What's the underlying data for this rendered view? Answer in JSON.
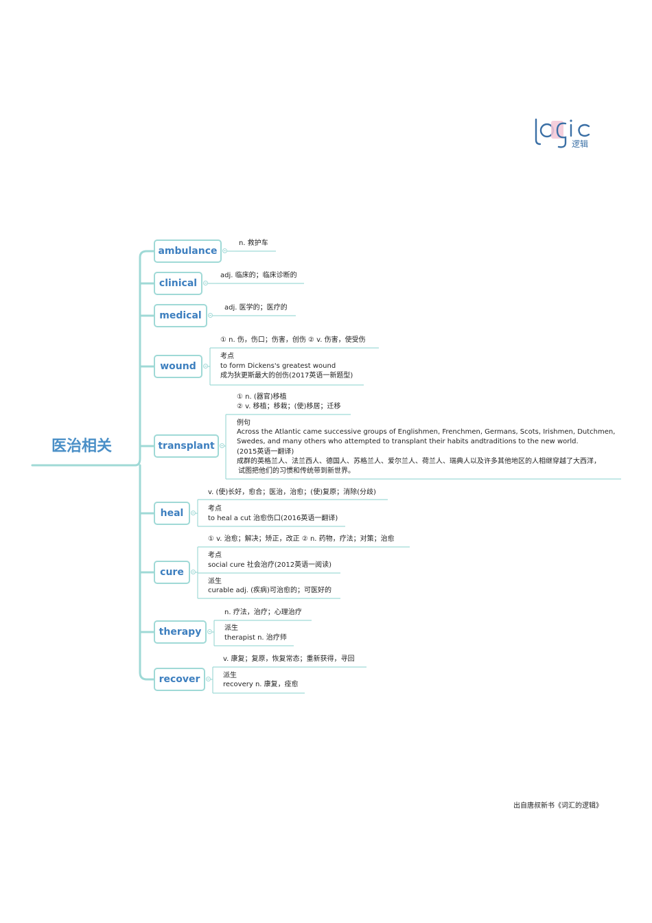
{
  "logo": {
    "sub": "逻辑"
  },
  "central": "医治相关",
  "words": {
    "ambulance": {
      "label": "ambulance",
      "def": "n. 救护车"
    },
    "clinical": {
      "label": "clinical",
      "def": "adj. 临床的；临床诊断的"
    },
    "medical": {
      "label": "medical",
      "def": "adj. 医学的；医疗的"
    },
    "wound": {
      "label": "wound",
      "def": "① n. 伤，伤口；伤害，创伤 ② v. 伤害，使受伤",
      "note_head": "考点",
      "note_1": "to form Dickens's greatest wound",
      "note_2": "成为狄更斯最大的创伤(2017英语一新题型)"
    },
    "transplant": {
      "label": "transplant",
      "def_1": "① n. (器官)移植",
      "def_2": "② v. 移植；移栽；(使)移居；迁移",
      "ex_head": "例句",
      "ex_1": "Across the Atlantic came successive groups of Englishmen, Frenchmen, Germans, Scots, Irishmen, Dutchmen,",
      "ex_2": "Swedes, and many others who attempted to transplant their habits andtraditions to the new world.",
      "ex_3": "(2015英语一翻译)",
      "ex_4": "成群的英格兰人、法兰西人、德国人、苏格兰人、爱尔兰人、荷兰人、瑞典人以及许多其他地区的人相继穿越了大西洋，",
      "ex_5": "试图把他们的习惯和传统带到新世界。"
    },
    "heal": {
      "label": "heal",
      "def": "v. (使)长好，愈合；医治，治愈；(使)复原；消除(分歧)",
      "note_head": "考点",
      "note_1": "to heal a cut 治愈伤口(2016英语一翻译)"
    },
    "cure": {
      "label": "cure",
      "def": "① v. 治愈；解决；矫正，改正 ② n. 药物，疗法；对策；治愈",
      "note_head": "考点",
      "note_1": "social cure 社会治疗(2012英语一阅读)",
      "deriv_head": "派生",
      "deriv_1": "curable adj. (疾病)可治愈的；可医好的"
    },
    "therapy": {
      "label": "therapy",
      "def": "n. 疗法，治疗；心理治疗",
      "deriv_head": "派生",
      "deriv_1": "therapist n. 治疗师"
    },
    "recover": {
      "label": "recover",
      "def": "v. 康复；复原，恢复常态；重新获得，寻回",
      "deriv_head": "派生",
      "deriv_1": "recovery n. 康复，痊愈"
    }
  },
  "footer": "出自唐叔新书《词汇的逻辑》",
  "colors": {
    "branch": "#9fd9d6",
    "node_text": "#3d7fbf",
    "central": "#4a8fc7"
  }
}
